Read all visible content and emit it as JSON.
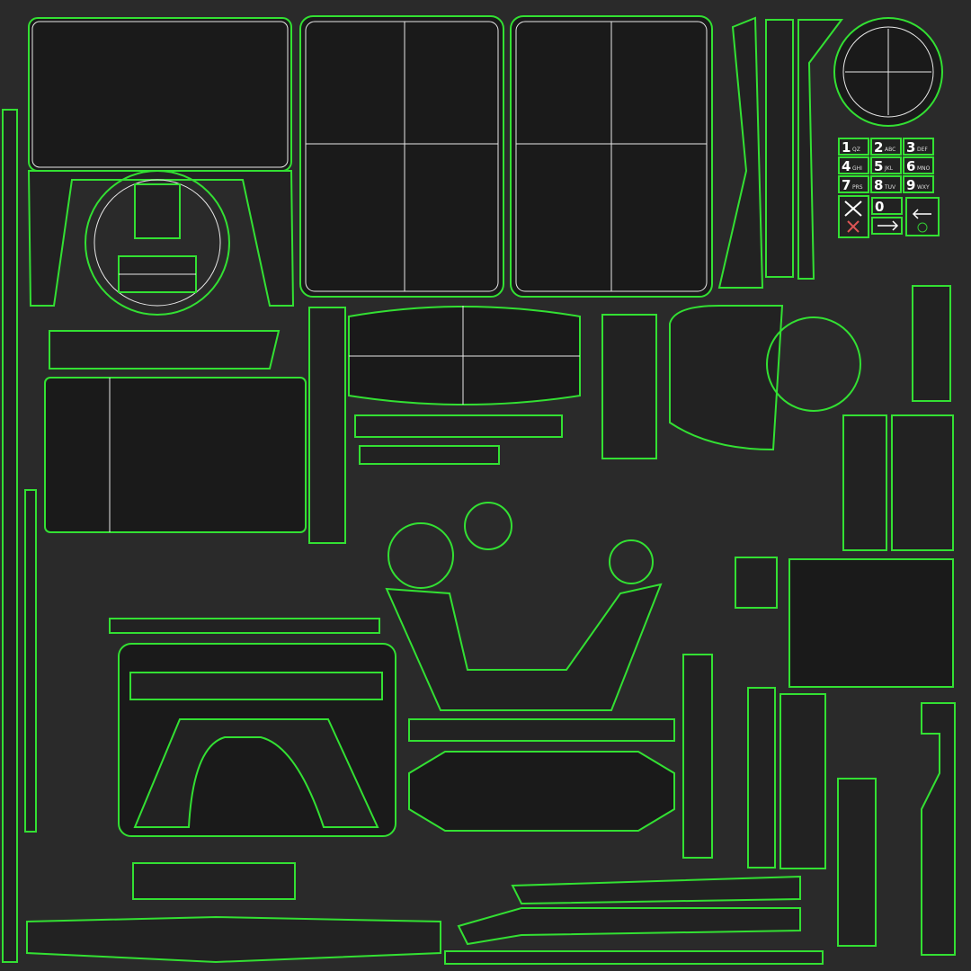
{
  "texture": {
    "background_color": "#2a2a2a",
    "wire_color": "#33e033",
    "edge_color": "#e8e8e8"
  },
  "keypad": {
    "keys": [
      {
        "digit": "1",
        "letters": "QZ"
      },
      {
        "digit": "2",
        "letters": "ABC"
      },
      {
        "digit": "3",
        "letters": "DEF"
      },
      {
        "digit": "4",
        "letters": "GHI"
      },
      {
        "digit": "5",
        "letters": "JKL"
      },
      {
        "digit": "6",
        "letters": "MNO"
      },
      {
        "digit": "7",
        "letters": "PRS"
      },
      {
        "digit": "8",
        "letters": "TUV"
      },
      {
        "digit": "9",
        "letters": "WXY"
      },
      {
        "digit": "0",
        "letters": ""
      }
    ],
    "cancel_icon": "x-icon",
    "enter_icon": "arrow-right-icon",
    "back_icon": "arrow-left-icon"
  }
}
